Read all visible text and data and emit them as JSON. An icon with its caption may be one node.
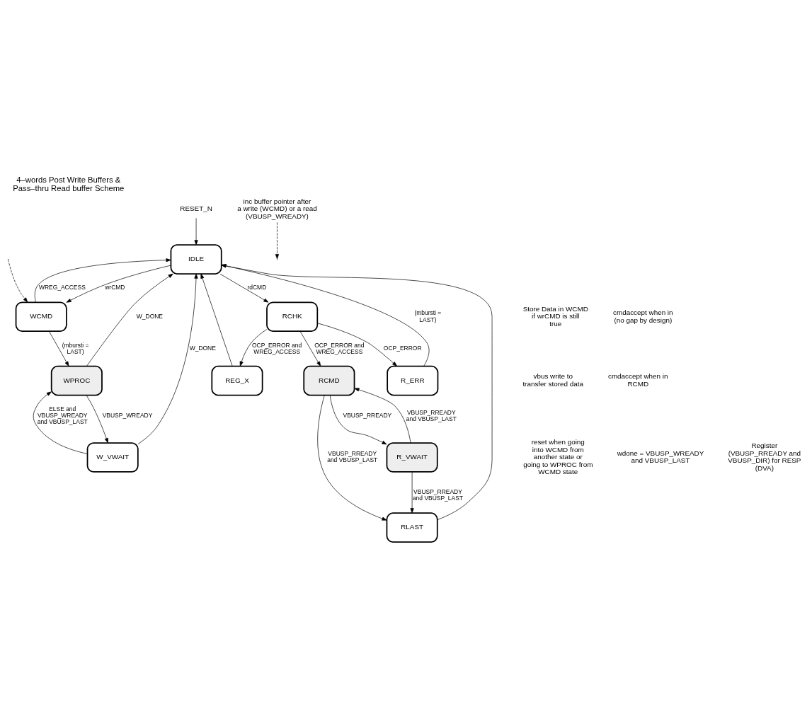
{
  "diagram": {
    "title": "4–words Post Write Buffers & Pass–thru Read buffer Scheme",
    "nodes": [
      {
        "text": [
          "IDLE"
        ]
      },
      {
        "text": [
          "REG_X"
        ]
      },
      {
        "text": [
          "WCMD"
        ]
      },
      {
        "text": [
          "R_ERR"
        ]
      },
      {
        "text": [
          "RCHK"
        ]
      },
      {
        "text": [
          "RLAST"
        ]
      },
      {
        "text": [
          "WPROC"
        ]
      },
      {
        "text": [
          "RCMD"
        ]
      },
      {
        "text": [
          "W_VWAIT"
        ]
      },
      {
        "text": [
          "R_VWAIT"
        ]
      },
      {
        "text": [
          "RESET_N"
        ]
      },
      {
        "text": [
          "inc buffer pointer after a write (WCMD) or a read (VBUSP_WREADY)"
        ]
      }
    ],
    "edges": [
      {
        "from": 10,
        "to": 0,
        "arrow": "to"
      },
      {
        "from": 0,
        "to": 2,
        "arrow": "to",
        "label": "wrCMD"
      },
      {
        "from": 2,
        "to": 0,
        "arrow": "to",
        "label": "WREG_ACCESS"
      },
      {
        "from": 6,
        "to": 0,
        "arrow": "to",
        "label": "W_DONE"
      },
      {
        "from": 8,
        "to": 0,
        "arrow": "to",
        "label": "W_DONE"
      },
      {
        "from": 0,
        "to": 4,
        "arrow": "to",
        "label": "rdCMD"
      },
      {
        "from": 3,
        "to": 0,
        "arrow": "to",
        "label": "(mbursti = LAST)"
      },
      {
        "from": 1,
        "to": 0,
        "arrow": "to"
      },
      {
        "from": 5,
        "to": 0,
        "arrow": "to"
      },
      {
        "from": 4,
        "to": 3,
        "arrow": "to",
        "label": "OCP_ERROR"
      },
      {
        "from": 4,
        "to": 1,
        "arrow": "to",
        "label": "OCP_ERROR and WREG_ACCESS"
      },
      {
        "from": 2,
        "to": 6,
        "arrow": "to",
        "label": "(mbursti = LAST)"
      },
      {
        "from": 4,
        "to": 7,
        "arrow": "to",
        "label": "OCP_ERROR and WREG_ACCESS"
      },
      {
        "from": 6,
        "to": 8,
        "arrow": "to",
        "label": "VBUSP_WREADY"
      },
      {
        "from": 8,
        "to": 6,
        "arrow": "to",
        "label": "ELSE and VBUSP_WREADY and VBUSP_LAST"
      },
      {
        "from": 7,
        "to": 5,
        "arrow": "to",
        "label": "VBUSP_RREADY and VBUSP_LAST"
      },
      {
        "from": 7,
        "to": 9,
        "arrow": "to",
        "label": "VBUSP_RREADY"
      },
      {
        "from": 9,
        "to": 7,
        "arrow": "to",
        "label": "VBUSP_RREADY and VBUSP_LAST"
      },
      {
        "from": 9,
        "to": 5,
        "arrow": "to",
        "label": "VBUSP_RREADY and VBUSP_LAST"
      },
      {
        "from": null,
        "to": 2,
        "arrow": "to",
        "style": "dashed"
      },
      {
        "from": 11,
        "to": null,
        "arrow": "to",
        "style": "dashed"
      }
    ],
    "labels": [
      "Store Data in WCMD if wrCMD is still true",
      "cmdaccept when in (no gap by design)",
      "vbus write to transfer stored data",
      "reset when going into WCMD from another state or going to WPROC from WCMD state",
      "wdone = VBUSP_WREADY and VBUSP_LAST",
      "cmdaccept when in RCMD",
      "Register (VBUSP_RREADY and VBUSP_DIR) for RESP (DVA)"
    ]
  }
}
